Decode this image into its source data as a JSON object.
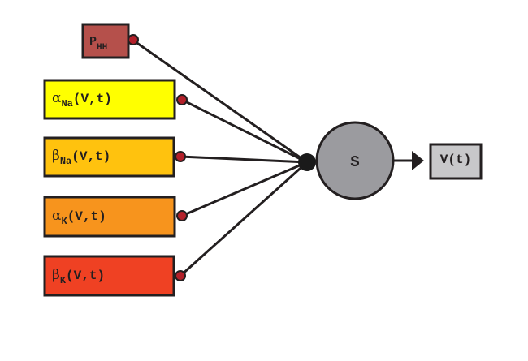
{
  "inputs": [
    {
      "id": "phh",
      "greek": "",
      "base": "P",
      "sub": "HH",
      "args": "",
      "color": "#b5504b"
    },
    {
      "id": "alphaNa",
      "greek": "α",
      "base": "",
      "sub": "Na",
      "args": "(V,t)",
      "color": "#ffff00"
    },
    {
      "id": "betaNa",
      "greek": "β",
      "base": "",
      "sub": "Na",
      "args": "(V,t)",
      "color": "#ffc20e"
    },
    {
      "id": "alphaK",
      "greek": "α",
      "base": "",
      "sub": "K",
      "args": "(V,t)",
      "color": "#f7941d"
    },
    {
      "id": "betaK",
      "greek": "β",
      "base": "",
      "sub": "K",
      "args": "(V,t)",
      "color": "#ef4123"
    }
  ],
  "summation_node": {
    "label": "S",
    "color": "#9b9b9f"
  },
  "output": {
    "label": "V(t)",
    "color": "#c8c8ca"
  },
  "colors": {
    "stroke": "#231f20",
    "connector_dot": "#b3202a",
    "junction": "#1a1a1a"
  }
}
